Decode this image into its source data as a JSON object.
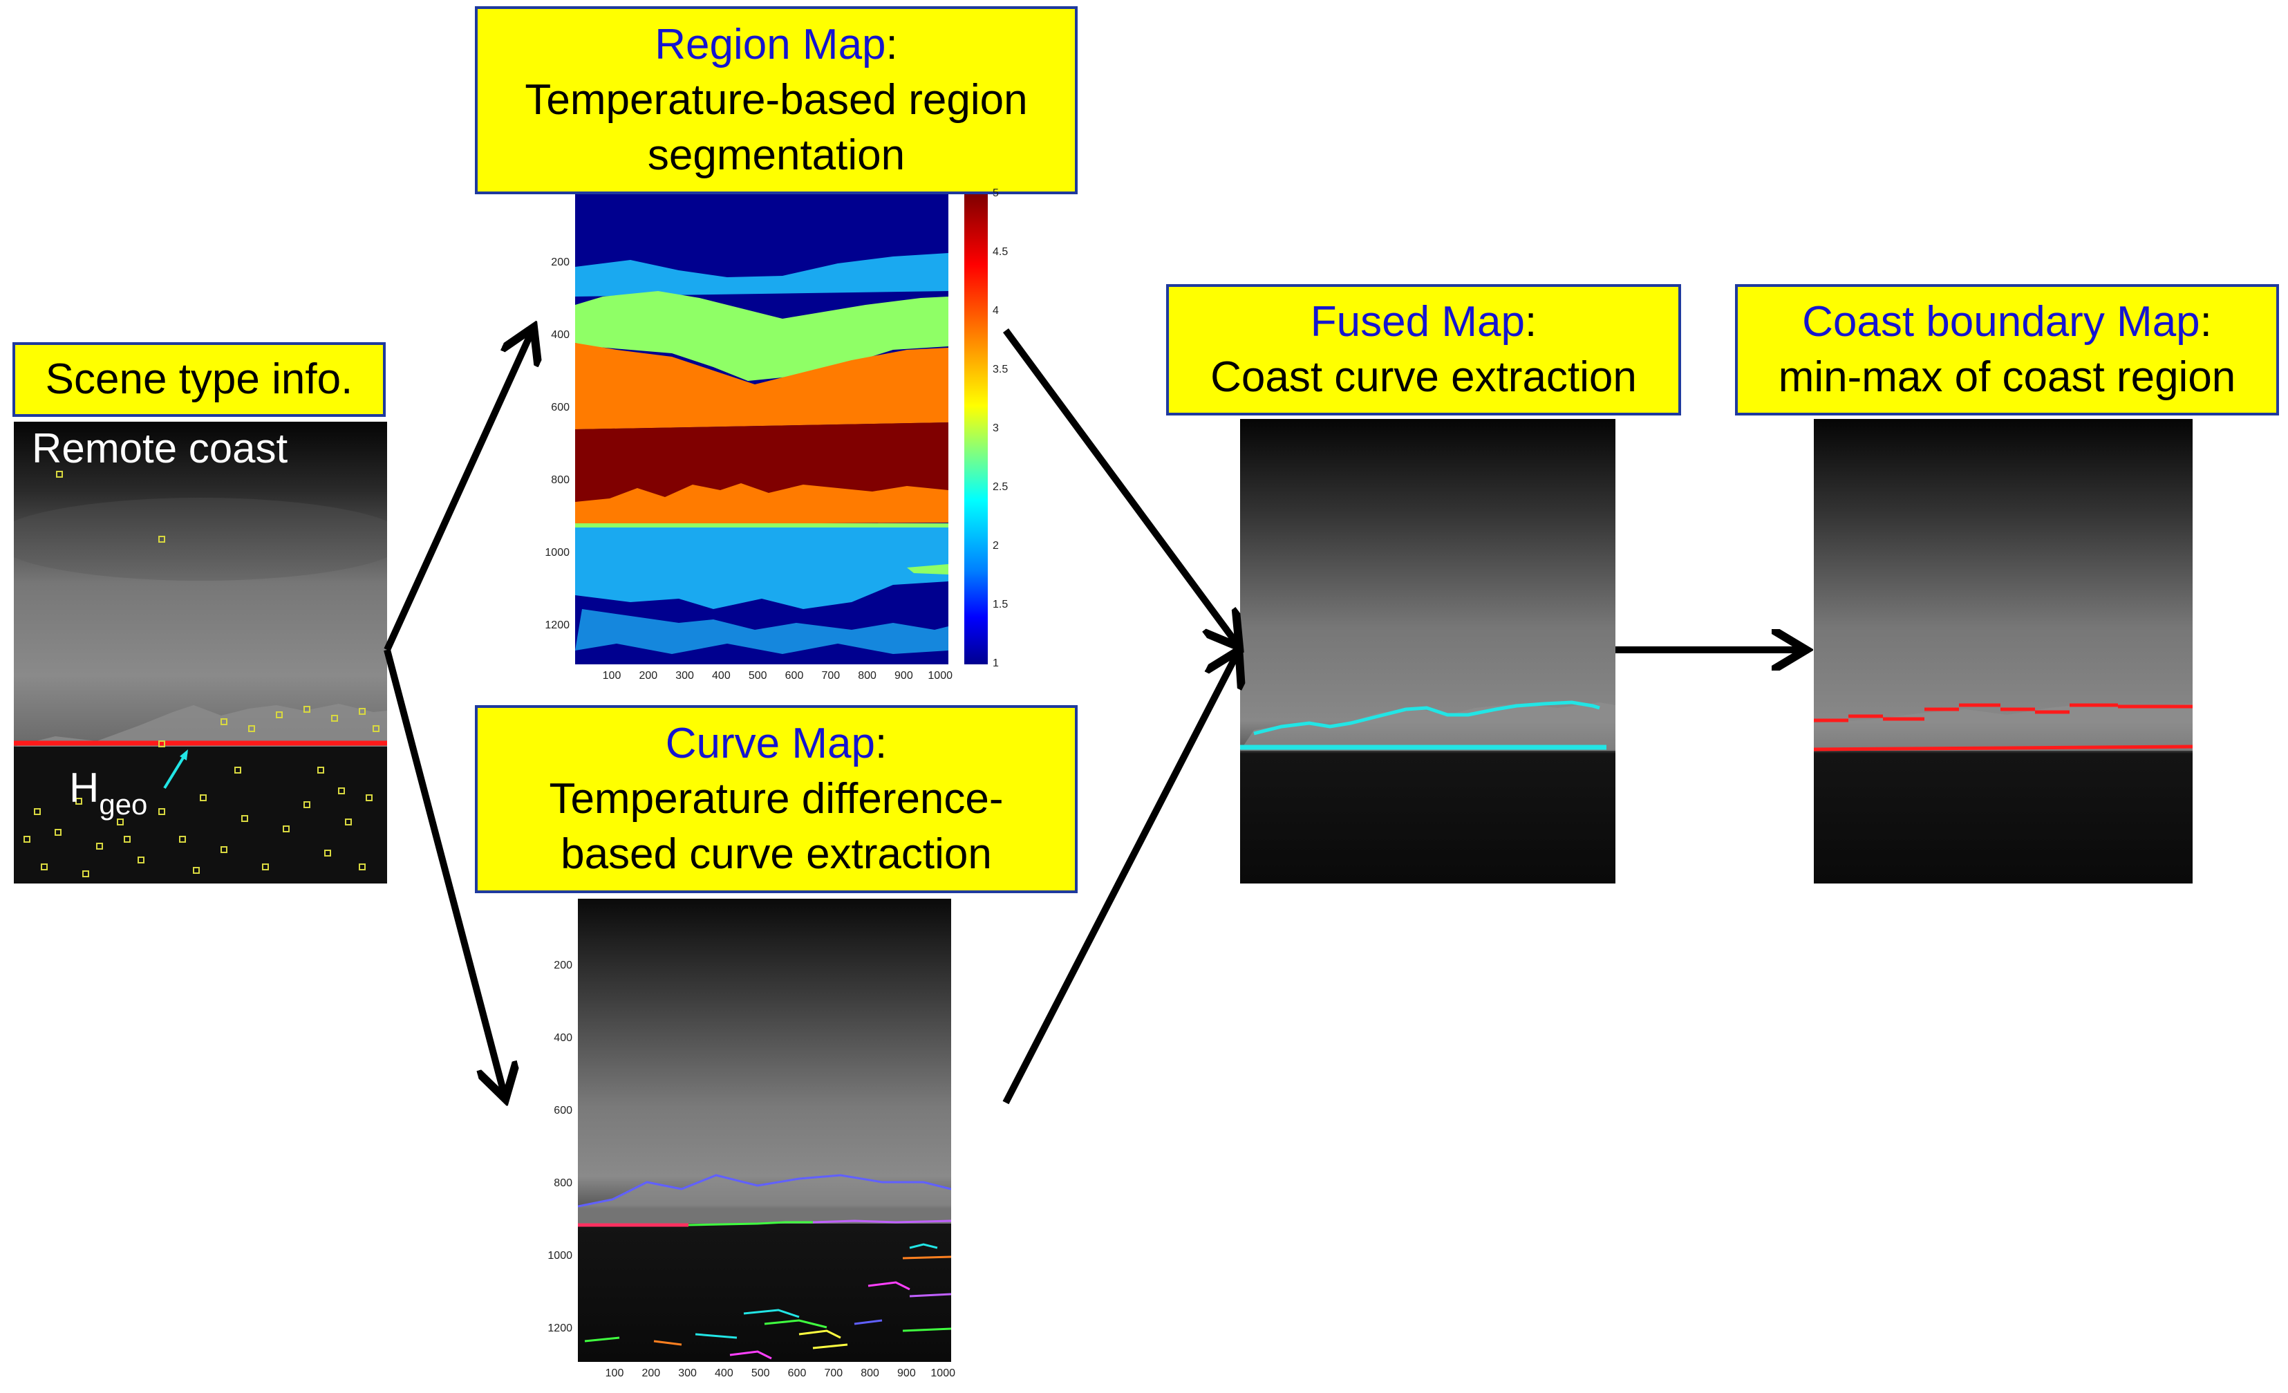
{
  "boxes": {
    "scene": {
      "title": "Scene type info."
    },
    "region": {
      "title_blue": "Region Map",
      "colon": ":",
      "line2": "Temperature-based region",
      "line3": "segmentation"
    },
    "curve": {
      "title_blue": "Curve Map",
      "colon": ":",
      "line2": "Temperature difference-",
      "line3": "based curve extraction"
    },
    "fused": {
      "title_blue": "Fused Map",
      "colon": ":",
      "line2": "Coast curve extraction"
    },
    "boundary": {
      "title_blue": "Coast boundary Map",
      "colon": ":",
      "line2": "min-max of coast region"
    }
  },
  "scene_panel": {
    "caption": "Remote coast",
    "label_main": "H",
    "label_sub": "geo"
  },
  "region_plot": {
    "yticks": [
      "200",
      "400",
      "600",
      "800",
      "1000",
      "1200"
    ],
    "xticks": [
      "100",
      "200",
      "300",
      "400",
      "500",
      "600",
      "700",
      "800",
      "900",
      "1000"
    ],
    "colorbar_ticks": [
      "5",
      "4.5",
      "4",
      "3.5",
      "3",
      "2.5",
      "2",
      "1.5",
      "1"
    ]
  },
  "curve_plot": {
    "yticks": [
      "200",
      "400",
      "600",
      "800",
      "1000",
      "1200"
    ],
    "xticks": [
      "100",
      "200",
      "300",
      "400",
      "500",
      "600",
      "700",
      "800",
      "900",
      "1000"
    ]
  },
  "colors": {
    "box_fill": "#ffff00",
    "box_border": "#1f3a9e",
    "title_blue": "#1515d0",
    "coast_red": "#ff1a1a",
    "curve_cyan": "#22e5e5"
  }
}
